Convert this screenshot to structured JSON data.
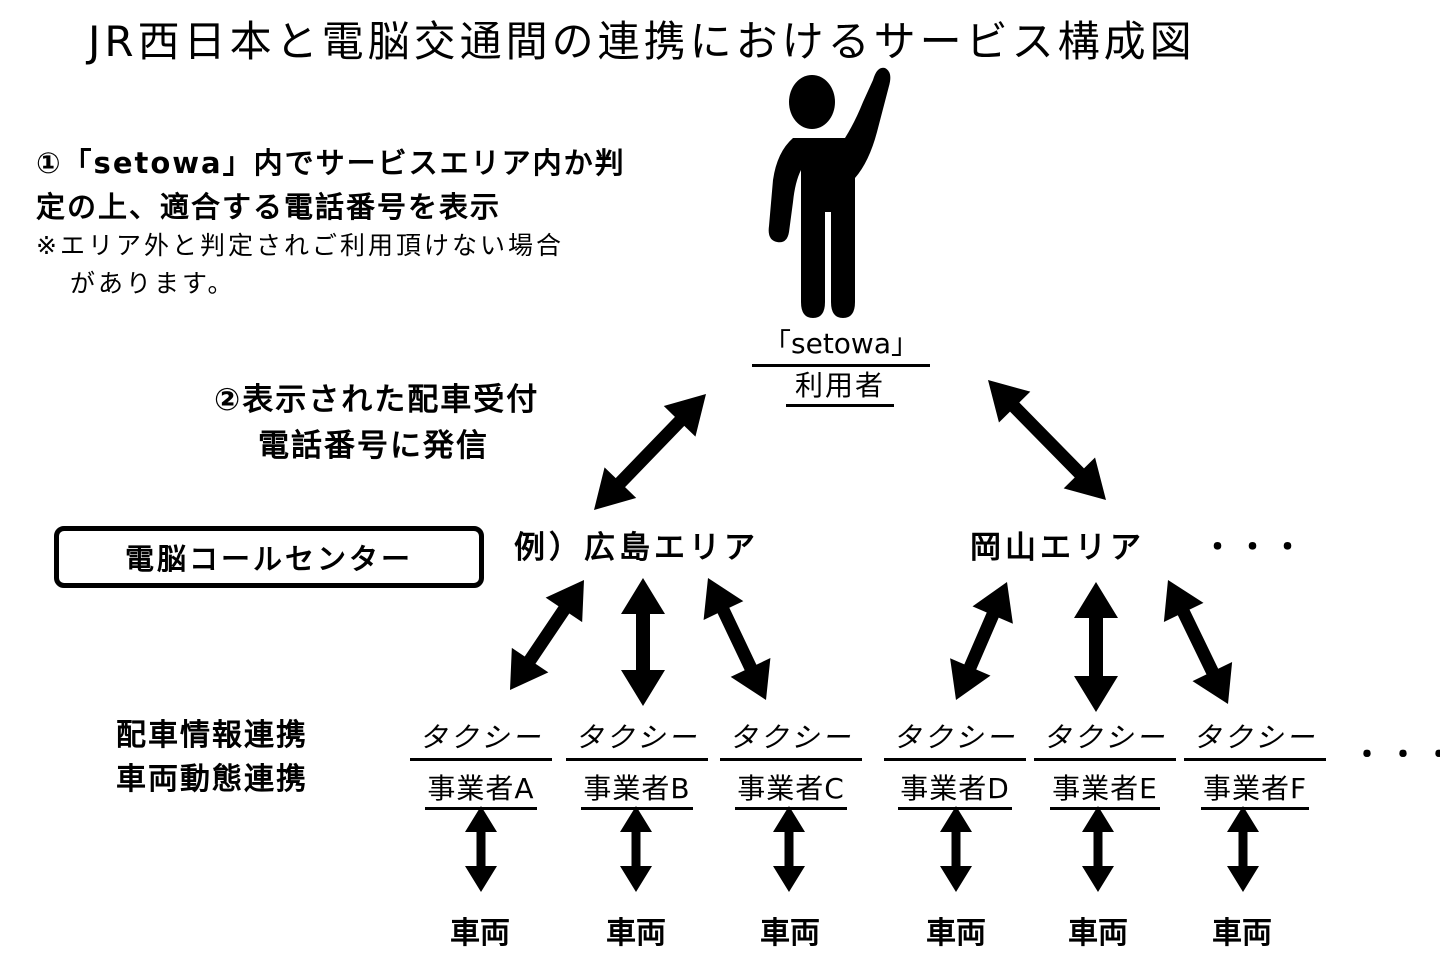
{
  "title": "JR西日本と電脳交通間の連携におけるサービス構成図",
  "notes": {
    "step1_line1": "①「setowa」内でサービスエリア内か判",
    "step1_line2": "定の上、適合する電話番号を表示",
    "step1_caveat_line1": "※エリア外と判定されご利用頂けない場合",
    "step1_caveat_line2": "があります。",
    "step2_line1": "②表示された配車受付",
    "step2_line2": "電話番号に発信"
  },
  "user": {
    "icon": "person-raising-hand-icon",
    "label_line1": "「setowa」",
    "label_line2": "利用者"
  },
  "call_center": "電脳コールセンター",
  "areas": [
    {
      "label": "例）広島エリア"
    },
    {
      "label": "岡山エリア"
    }
  ],
  "areas_ellipsis": "・・・",
  "linkage": {
    "line1": "配車情報連携",
    "line2": "車両動態連携"
  },
  "operators": [
    {
      "line1": "タクシー",
      "line2": "事業者A",
      "vehicle": "車両"
    },
    {
      "line1": "タクシー",
      "line2": "事業者B",
      "vehicle": "車両"
    },
    {
      "line1": "タクシー",
      "line2": "事業者C",
      "vehicle": "車両"
    },
    {
      "line1": "タクシー",
      "line2": "事業者D",
      "vehicle": "車両"
    },
    {
      "line1": "タクシー",
      "line2": "事業者E",
      "vehicle": "車両"
    },
    {
      "line1": "タクシー",
      "line2": "事業者F",
      "vehicle": "車両"
    }
  ],
  "operators_ellipsis": "・・・",
  "colors": {
    "ink": "#000000",
    "background": "#ffffff"
  }
}
